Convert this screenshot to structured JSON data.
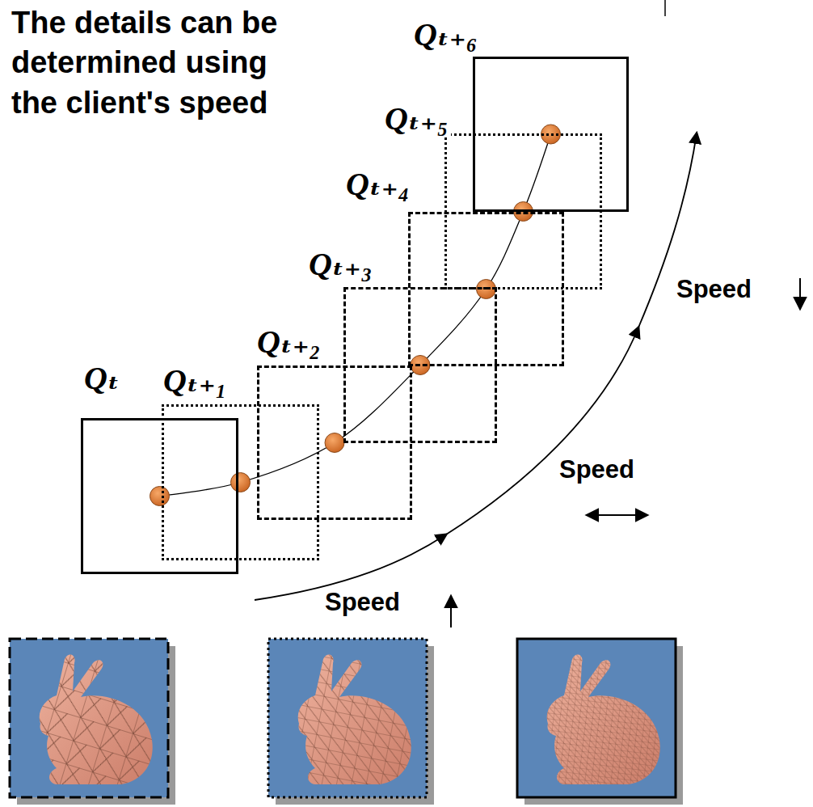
{
  "diagram": {
    "title": "The details can be determined using the client's speed",
    "nodes": [
      {
        "text": [
          "Qₜ"
        ]
      },
      {
        "text": [
          "Qₜ₊₁"
        ]
      },
      {
        "text": [
          "Qₜ₊₂"
        ]
      },
      {
        "text": [
          "Qₜ₊₃"
        ]
      },
      {
        "text": [
          "Qₜ₊₄"
        ]
      },
      {
        "text": [
          "Qₜ₊₅"
        ]
      },
      {
        "text": [
          "Qₜ₊₆"
        ]
      }
    ],
    "labels": [
      "Speed",
      "Speed",
      "Speed"
    ]
  }
}
